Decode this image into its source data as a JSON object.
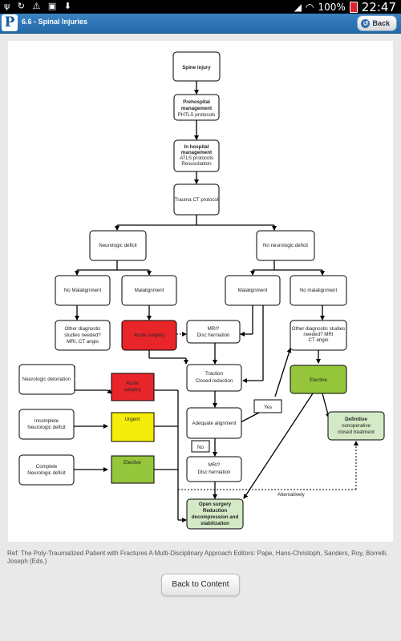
{
  "status_bar": {
    "left_icons": [
      "usb-icon",
      "sync-icon",
      "warning-icon",
      "gallery-icon",
      "download-icon"
    ],
    "battery": "100%",
    "time": "22:47"
  },
  "app_bar": {
    "logo": "P",
    "title": "6.6 - Spinal Injuries",
    "back_label": "Back"
  },
  "flowchart": {
    "spine_injury": "Spine injury",
    "prehospital_1": "Prehospital",
    "prehospital_2": "management",
    "prehospital_3": "PHTLS protocols",
    "inhospital_1": "In hospital",
    "inhospital_2": "management",
    "inhospital_3": "ATLS protocols",
    "inhospital_4": "Resuscitation",
    "trauma_ct": "Trauma CT protocol",
    "neuro_deficit": "Neurologic deficit",
    "no_neuro_deficit": "No neurologic deficit",
    "no_malalignment_left": "No Malalignment",
    "malalignment_left": "Malalignment",
    "malalignment_right": "Malalignment",
    "no_malalignment_right": "No malalignment",
    "other_diag_left_1": "Other diagnostic",
    "other_diag_left_2": "studies needed?",
    "other_diag_left_3": "MRI, CT angio",
    "acute_surgery_1": "Acute surgery",
    "mri_disc_1": "MRI?",
    "mri_disc_2": "Disc herniation",
    "other_diag_right_1": "Other diagnostic studies",
    "other_diag_right_2": "needed? MRI",
    "other_diag_right_3": "CT angio",
    "neuro_deterioration": "Neurologic detoriation",
    "acute_surgery_2a": "Acute",
    "acute_surgery_2b": "surgery",
    "traction_1": "Traction",
    "traction_2": "Closed reduction",
    "elective_right": "Elective",
    "incomplete_1": "Incomplete",
    "incomplete_2": "Neurologic deficit",
    "urgent": "Urgent",
    "adequate_alignment": "Adequate alignment",
    "yes": "Yes",
    "definitive_1": "Definitive",
    "definitive_2": "nonoperative",
    "definitive_3": "closed treatment",
    "no": "No",
    "mri_disc2_1": "MRI?",
    "mri_disc2_2": "Disc herniation",
    "complete_1": "Complete",
    "complete_2": "Neurologic deficit",
    "elective_left": "Elective",
    "alternatively": "Alternatively",
    "open_surgery_1": "Open surgery",
    "open_surgery_2": "Reduction",
    "open_surgery_3": "decompression and",
    "open_surgery_4": "stabilization",
    "colors": {
      "red": "#e8262a",
      "yellow": "#f4ec0a",
      "green": "#96c63b",
      "light_green": "#d4e9c6"
    }
  },
  "reference": "Ref: The Poly-Traumatized Patient with Fractures A Multi-Disciplinary Approach Editors: Pape, Hans-Christoph, Sanders, Roy, Borrelli, Joseph (Eds.)",
  "content_button_label": "Back to Content"
}
